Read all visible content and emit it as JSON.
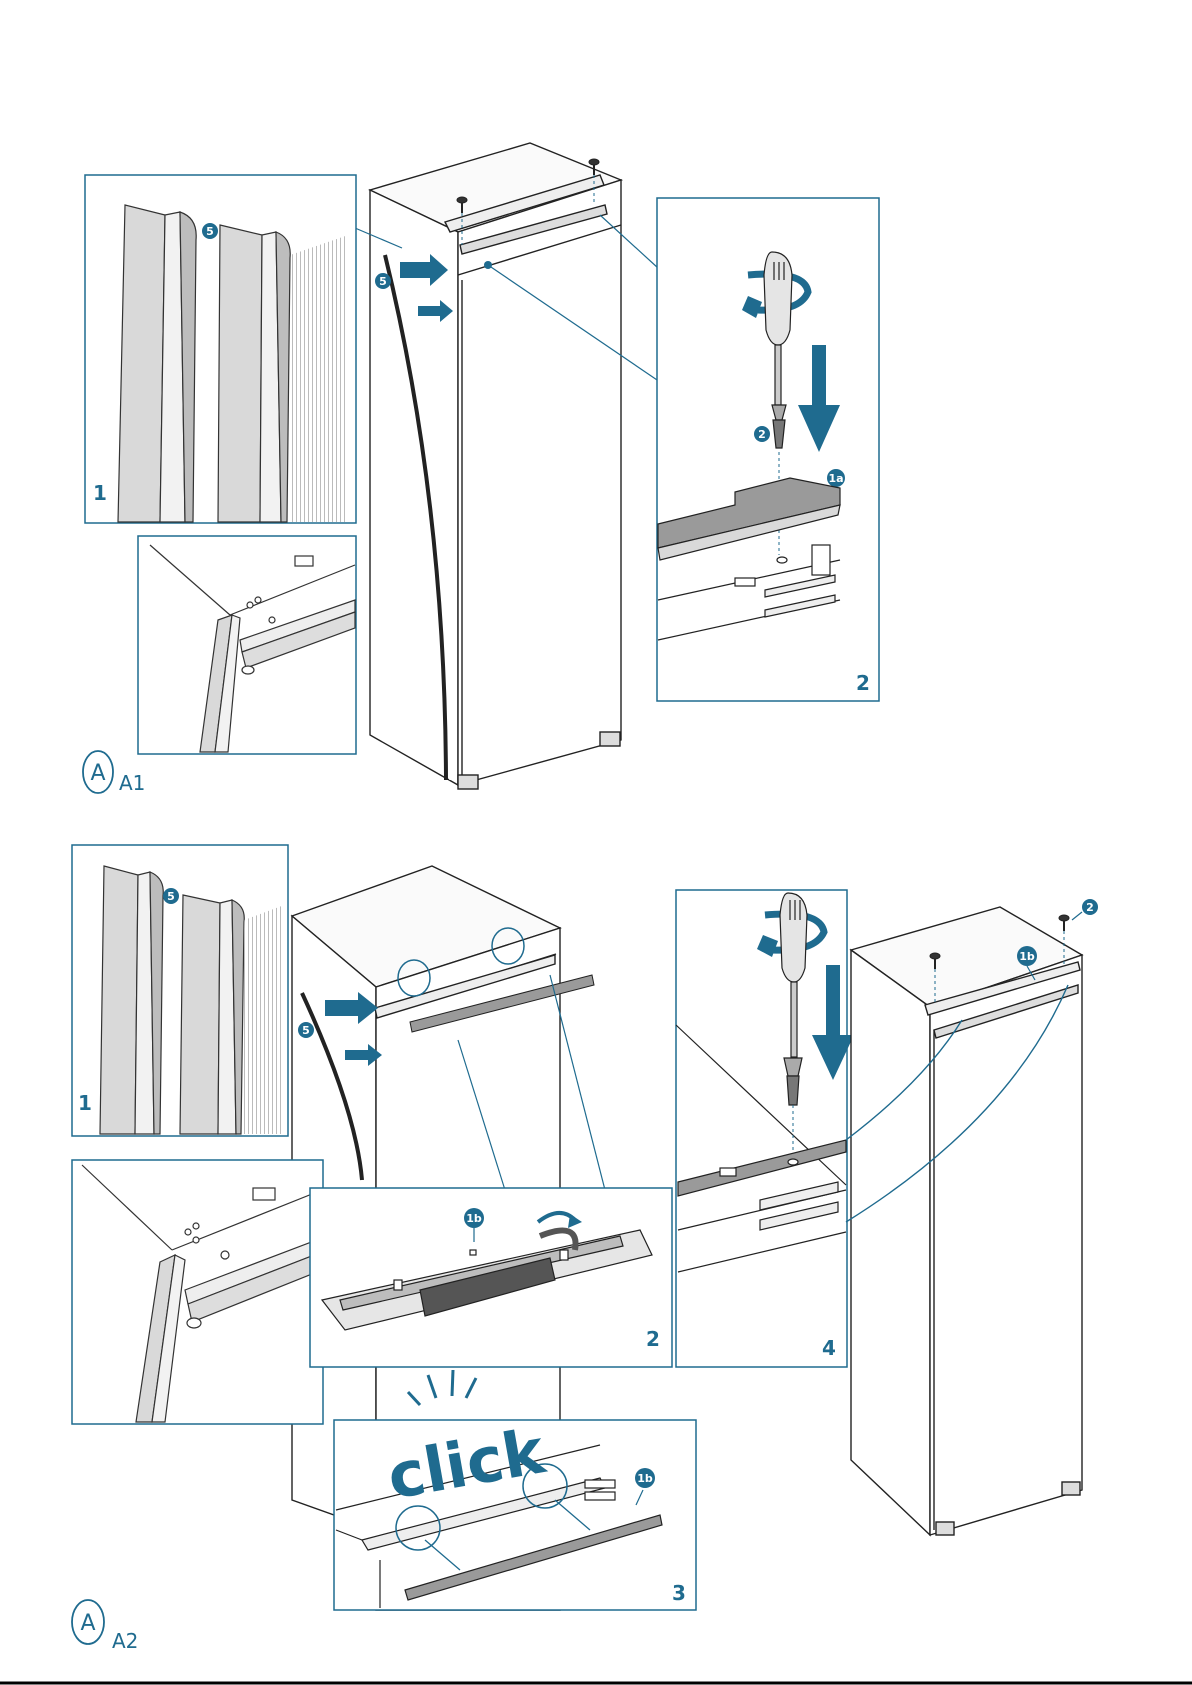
{
  "colors": {
    "accent": "#1f6b8f",
    "line": "#222222",
    "fill_light": "#f2f2f2",
    "fill_mid": "#d9d9d9",
    "fill_dark": "#9a9a9a"
  },
  "sections": {
    "a1": {
      "letter": "A",
      "code": "A1"
    },
    "a2": {
      "letter": "A",
      "code": "A2"
    }
  },
  "panels": {
    "a1_p1": "1",
    "a1_p2": "2",
    "a2_p1": "1",
    "a2_p2": "2",
    "a2_p3": "3",
    "a2_p4": "4"
  },
  "badges": {
    "b5": "5",
    "b2": "2",
    "b1a": "1a",
    "b1b": "1b"
  },
  "click_text": "click"
}
